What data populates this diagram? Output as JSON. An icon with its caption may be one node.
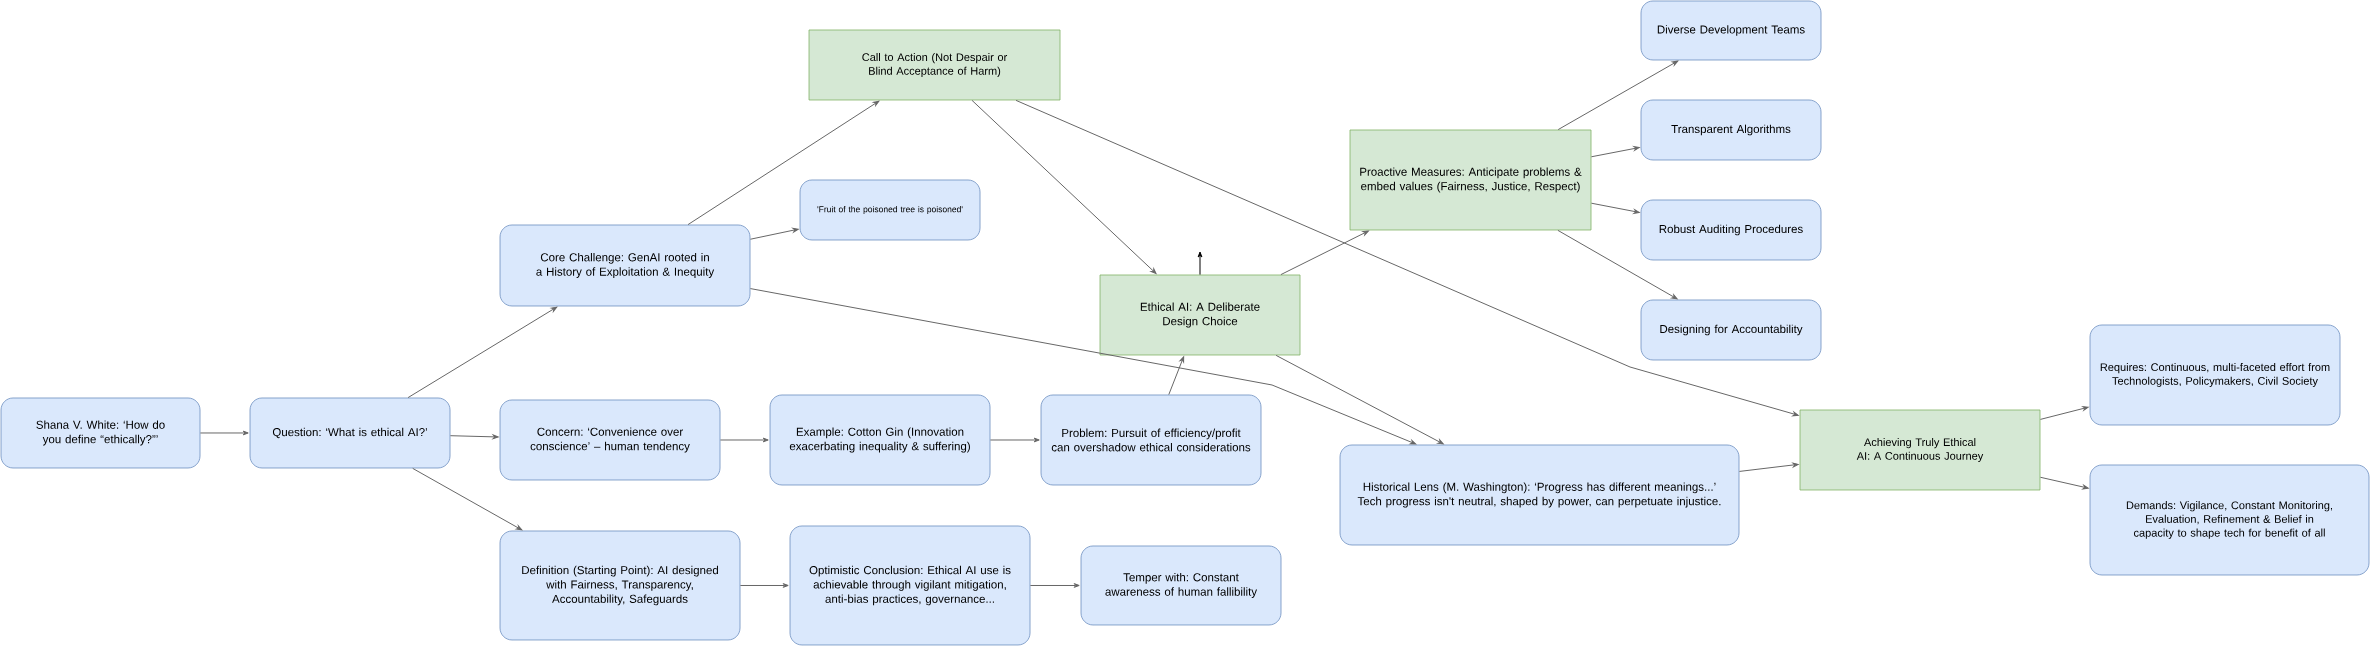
{
  "diagram": {
    "nodes": [
      {
        "text": [
          "Shana V. White: ‘How do you define “ethically?”’"
        ]
      },
      {
        "text": [
          "Question: ‘What is ethical AI?’"
        ]
      },
      {
        "text": [
          "Core Challenge: GenAI rooted in a History of Exploitation & Inequity"
        ]
      },
      {
        "text": [
          "Concern: ‘Convenience over conscience’ – human tendency"
        ]
      },
      {
        "text": [
          "Definition (Starting Point): AI designed with Fairness, Transparency, Accountability, Safeguards"
        ]
      },
      {
        "text": [
          "'Fruit of the poisoned tree is poisoned'"
        ]
      },
      {
        "text": [
          "Call to Action (Not Despair or Blind Acceptance of Harm)"
        ]
      },
      {
        "text": [
          "Example: Cotton Gin (Innovation exacerbating inequality & suffering)"
        ]
      },
      {
        "text": [
          "Optimistic Conclusion: Ethical AI use is achievable through vigilant mitigation, anti-bias practices, governance..."
        ]
      },
      {
        "text": [
          "Problem: Pursuit of efficiency/profit can overshadow ethical considerations"
        ]
      },
      {
        "text": [
          "Temper with: Constant awareness of human fallibility"
        ]
      },
      {
        "text": [
          "Ethical AI: A Deliberate Design Choice"
        ]
      },
      {
        "text": [
          "Proactive Measures: Anticipate problems & embed values (Fairness, Justice, Respect)"
        ]
      },
      {
        "text": [
          "Historical Lens (M. Washington): ‘Progress has different meanings...’ Tech progress isn't neutral, shaped by power, can perpetuate injustice."
        ]
      },
      {
        "text": [
          "Diverse Development Teams"
        ]
      },
      {
        "text": [
          "Transparent Algorithms"
        ]
      },
      {
        "text": [
          "Robust Auditing Procedures"
        ]
      },
      {
        "text": [
          "Designing for Accountability"
        ]
      },
      {
        "text": [
          "Achieving Truly Ethical AI: A Continuous Journey"
        ]
      },
      {
        "text": [
          "Requires: Continuous, multi-faceted effort from Technologists, Policymakers, Civil Society"
        ]
      },
      {
        "text": [
          "Demands: Vigilance, Constant Monitoring, Evaluation, Refinement & Belief in capacity to shape tech for benefit of all"
        ]
      }
    ],
    "edges": [
      {
        "from": 0,
        "to": 1,
        "arrow": "to"
      },
      {
        "from": 1,
        "to": 2,
        "arrow": "to"
      },
      {
        "from": 1,
        "to": 3,
        "arrow": "to"
      },
      {
        "from": 1,
        "to": 4,
        "arrow": "to"
      },
      {
        "from": 2,
        "to": 6,
        "arrow": "to"
      },
      {
        "from": 2,
        "to": 5,
        "arrow": "to"
      },
      {
        "from": 2,
        "to": 13,
        "arrow": "to"
      },
      {
        "from": 3,
        "to": 7,
        "arrow": "to"
      },
      {
        "from": 7,
        "to": 9,
        "arrow": "to"
      },
      {
        "from": 9,
        "to": 11,
        "arrow": "to"
      },
      {
        "from": 4,
        "to": 8,
        "arrow": "to"
      },
      {
        "from": 8,
        "to": 10,
        "arrow": "to"
      },
      {
        "from": 6,
        "to": 11,
        "arrow": "to"
      },
      {
        "from": 6,
        "to": 18,
        "arrow": "to"
      },
      {
        "from": 11,
        "to": 12,
        "arrow": "to"
      },
      {
        "from": 11,
        "to": 13,
        "arrow": "to"
      },
      {
        "from": 11,
        "to": null,
        "arrow": "to",
        "color": "#000000"
      },
      {
        "from": 12,
        "to": 14,
        "arrow": "to"
      },
      {
        "from": 12,
        "to": 15,
        "arrow": "to"
      },
      {
        "from": 12,
        "to": 16,
        "arrow": "to"
      },
      {
        "from": 12,
        "to": 17,
        "arrow": "to"
      },
      {
        "from": 13,
        "to": 18,
        "arrow": "to"
      },
      {
        "from": 18,
        "to": 19,
        "arrow": "to"
      },
      {
        "from": 18,
        "to": 20,
        "arrow": "to"
      }
    ]
  }
}
